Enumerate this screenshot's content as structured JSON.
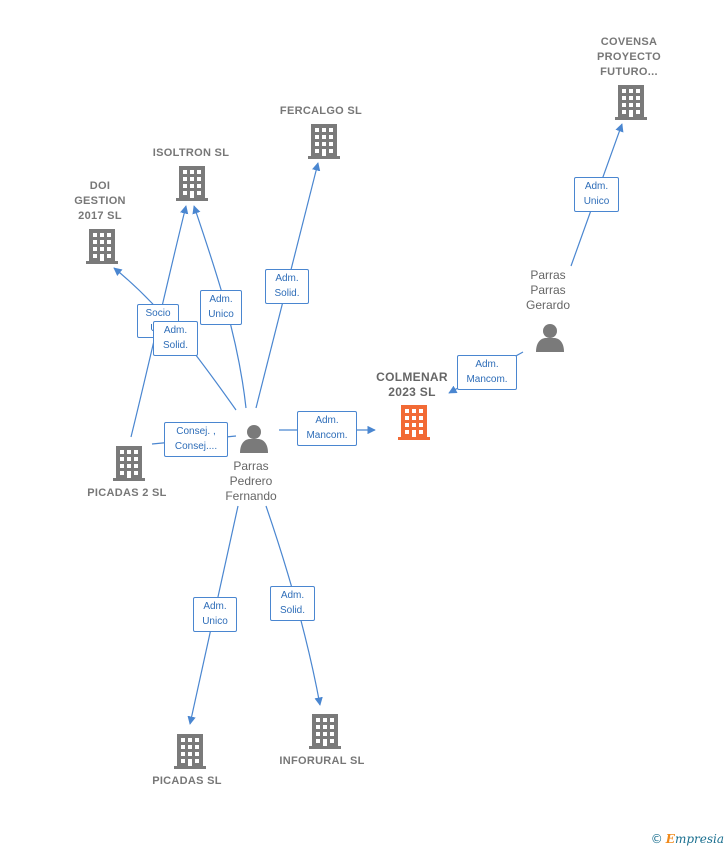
{
  "colors": {
    "edge": "#4a86d0",
    "company_icon": "#7a7a7a",
    "highlight_icon": "#f26a35",
    "person_icon": "#7a7a7a"
  },
  "companies": {
    "covensa": {
      "label": "COVENSA\nPROYECTO\nFUTURO..."
    },
    "fercalgo": {
      "label": "FERCALGO  SL"
    },
    "isoltron": {
      "label": "ISOLTRON SL"
    },
    "doi": {
      "label": "DOI\nGESTION\n2017  SL"
    },
    "colmenar": {
      "label": "COLMENAR\n2023  SL"
    },
    "picadas2": {
      "label": "PICADAS 2 SL"
    },
    "picadas": {
      "label": "PICADAS  SL"
    },
    "inforural": {
      "label": "INFORURAL SL"
    }
  },
  "persons": {
    "fernando": {
      "label": "Parras\nPedrero\nFernando"
    },
    "gerardo": {
      "label": "Parras\nParras\nGerardo"
    }
  },
  "edges": {
    "gerardo_covensa": "Adm.\nUnico",
    "gerardo_colmenar": "Adm.\nMancom.",
    "fernando_colmenar": "Adm.\nMancom.",
    "fernando_fercalgo": "Adm.\nSolid.",
    "fernando_isoltron": "Adm.\nUnico",
    "picadas2_doi": "Socio\nÚ...",
    "fernando_doi": "Adm.\nSolid.",
    "fernando_picadas2": "Consej. ,\nConsej....",
    "fernando_picadas": "Adm.\nUnico",
    "fernando_inforural": "Adm.\nSolid."
  },
  "brand": {
    "copyright": "©",
    "name_first": "E",
    "name_rest": "mpresia"
  }
}
